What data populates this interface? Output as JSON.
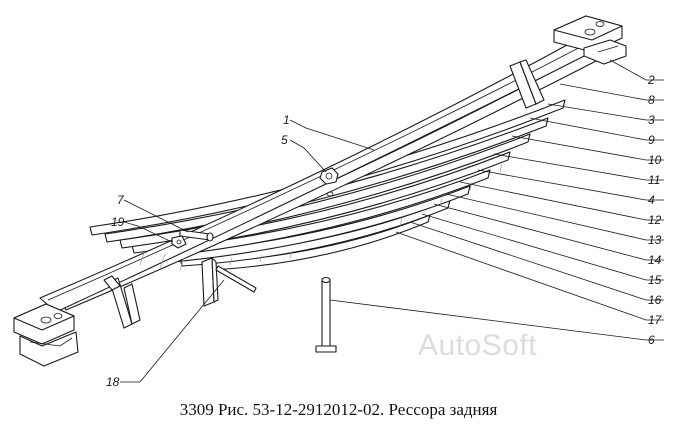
{
  "caption": "3309 Рис. 53-12-2912012-02. Рессора задняя",
  "watermark": "AutoSoft",
  "callouts": {
    "c1": "1",
    "c2": "2",
    "c3": "3",
    "c4": "4",
    "c5": "5",
    "c6": "6",
    "c7": "7",
    "c8": "8",
    "c9": "9",
    "c10": "10",
    "c11": "11",
    "c12": "12",
    "c13": "13",
    "c14": "14",
    "c15": "15",
    "c16": "16",
    "c17": "17",
    "c18": "18",
    "c19": "19"
  }
}
